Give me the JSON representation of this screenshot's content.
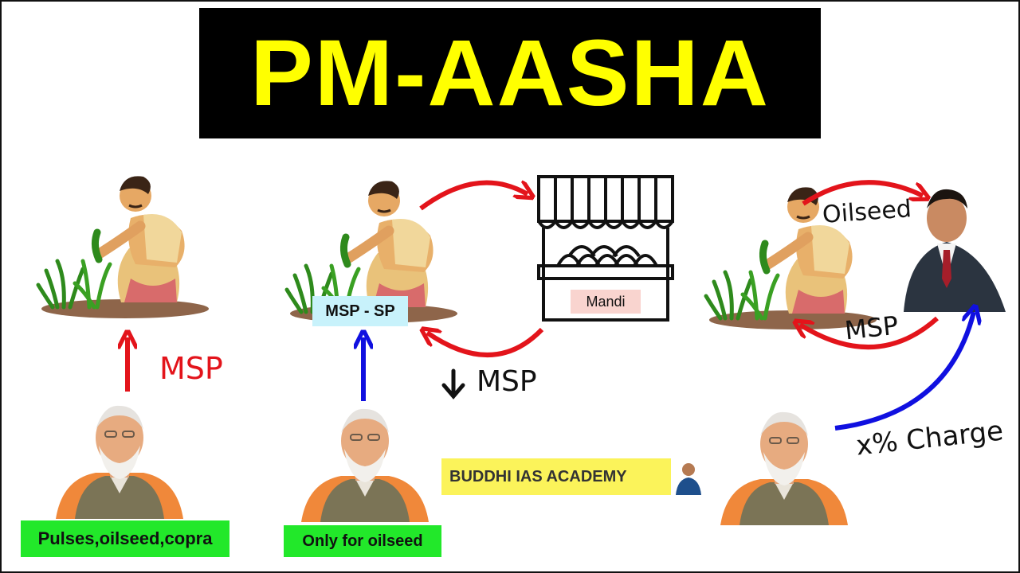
{
  "title": "PM-AASHA",
  "panels": {
    "left": {
      "arrow_label": "MSP",
      "caption": "Pulses,oilseed,copra"
    },
    "middle": {
      "price_gap_label": "MSP - SP",
      "market_label": "Mandi",
      "falling_label": "MSP",
      "caption": "Only for oilseed"
    },
    "right": {
      "top_arrow_label": "Oilseed",
      "return_arrow_label": "MSP",
      "charge_label": "x% Charge"
    }
  },
  "academy_banner": "BUDDHI IAS ACADEMY",
  "colors": {
    "title_bg": "#000000",
    "title_text": "#ffff00",
    "red_arrow": "#e3141b",
    "blue_arrow": "#1010e0",
    "green_caption": "#22e82a",
    "msp_sp_box": "#c8f2fb",
    "mandi_box": "#f9d4cf",
    "academy_banner": "#fbf35a"
  }
}
